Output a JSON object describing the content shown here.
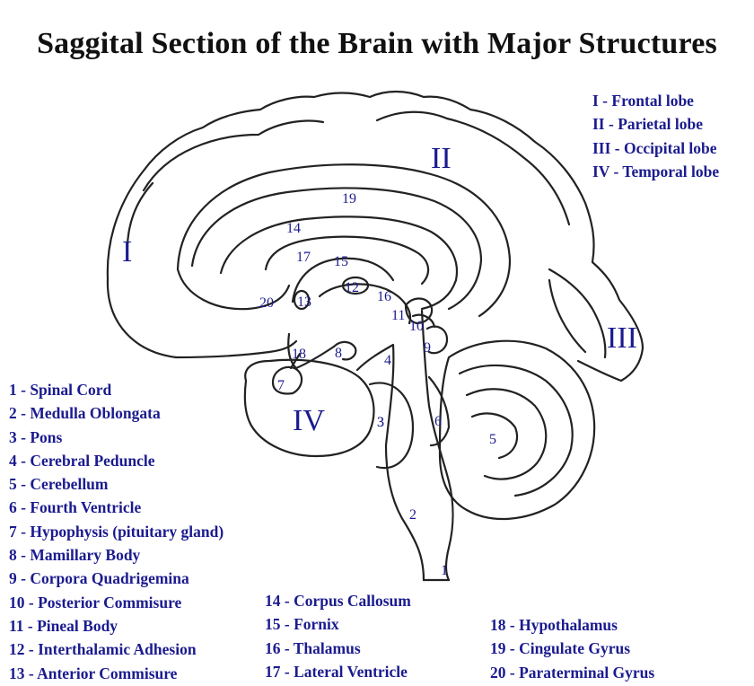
{
  "title": "Saggital Section of the Brain with Major Structures",
  "lobe_legend": [
    "I - Frontal lobe",
    "II - Parietal lobe",
    "III - Occipital lobe",
    "IV - Temporal lobe"
  ],
  "structures_col1": [
    "1 - Spinal Cord",
    "2 - Medulla Oblongata",
    "3 - Pons",
    "4 - Cerebral Peduncle",
    "5 - Cerebellum",
    "6 - Fourth Ventricle",
    "7 - Hypophysis (pituitary gland)",
    "8 - Mamillary Body",
    "9 - Corpora Quadrigemina",
    "10 - Posterior Commisure",
    "11 - Pineal Body",
    "12 - Interthalamic Adhesion",
    "13 - Anterior Commisure"
  ],
  "structures_col2": [
    "14 - Corpus Callosum",
    "15 - Fornix",
    "16 - Thalamus",
    "17 - Lateral Ventricle"
  ],
  "structures_col3": [
    "18 - Hypothalamus",
    "19 - Cingulate Gyrus",
    "20 - Paraterminal Gyrus"
  ],
  "lobe_marks": [
    "I",
    "II",
    "III",
    "IV"
  ],
  "number_marks": [
    "1",
    "2",
    "3",
    "3",
    "4",
    "5",
    "6",
    "7",
    "8",
    "9",
    "10",
    "11",
    "12",
    "13",
    "14",
    "15",
    "16",
    "17",
    "18",
    "19",
    "20"
  ],
  "colors": {
    "label_blue": "#1b1b8f",
    "outline": "#222222"
  }
}
